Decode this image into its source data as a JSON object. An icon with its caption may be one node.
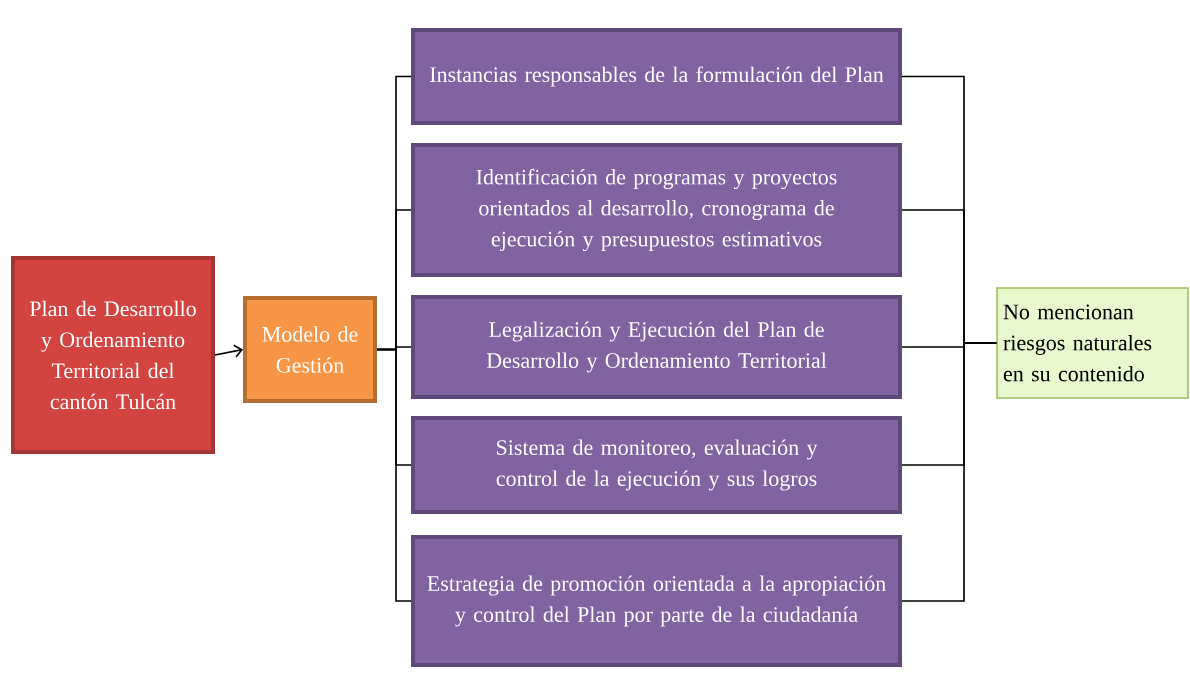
{
  "diagram": {
    "nodes": [
      {
        "text": [
          "Plan de Desarrollo y Ordenamiento Territorial del cantón Tulcán"
        ]
      },
      {
        "text": [
          "Modelo de Gestión"
        ]
      },
      {
        "text": [
          "Instancias responsables de la formulación del Plan"
        ]
      },
      {
        "text": [
          "Identificación de programas y proyectos orientados al desarrollo, cronograma de ejecución y presupuestos estimativos"
        ]
      },
      {
        "text": [
          "Legalización y Ejecución del Plan de Desarrollo y Ordenamiento Territorial"
        ]
      },
      {
        "text": [
          "Sistema de monitoreo, evaluación y control de la ejecución y sus logros"
        ]
      },
      {
        "text": [
          "Estrategia de promoción orientada a la apropiación y control del Plan por parte de la ciudadanía"
        ]
      },
      {
        "text": [
          "No mencionan riesgos naturales en su contenido"
        ]
      }
    ],
    "edges": [
      {
        "from": 0,
        "to": 1,
        "arrow": "to"
      },
      {
        "from": 1,
        "to": 2,
        "arrow": "none"
      },
      {
        "from": 1,
        "to": 3,
        "arrow": "none"
      },
      {
        "from": 1,
        "to": 4,
        "arrow": "none"
      },
      {
        "from": 1,
        "to": 5,
        "arrow": "none"
      },
      {
        "from": 1,
        "to": 6,
        "arrow": "none"
      },
      {
        "from": 2,
        "to": 7,
        "arrow": "none"
      },
      {
        "from": 3,
        "to": 7,
        "arrow": "none"
      },
      {
        "from": 4,
        "to": 7,
        "arrow": "none"
      },
      {
        "from": 5,
        "to": 7,
        "arrow": "none"
      },
      {
        "from": 6,
        "to": 7,
        "arrow": "none"
      }
    ]
  }
}
